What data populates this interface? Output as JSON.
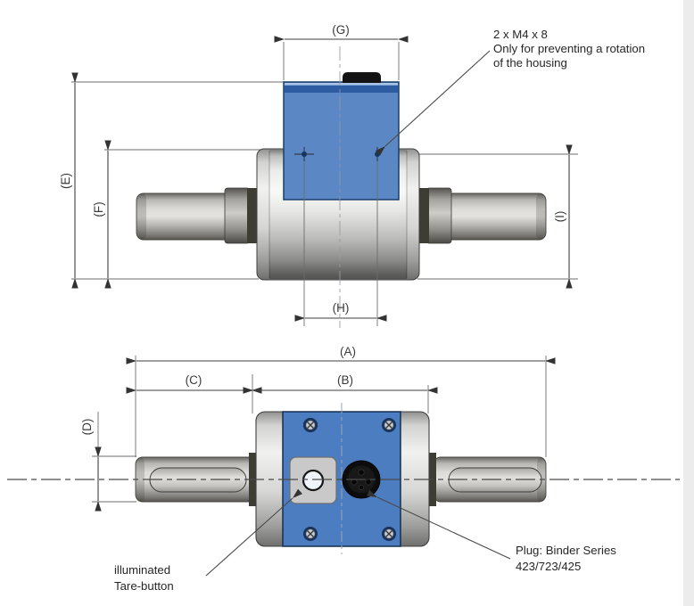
{
  "drawing_title": "torque-sensor-dimension-drawing",
  "labels": {
    "A": "(A)",
    "B": "(B)",
    "C": "(C)",
    "D": "(D)",
    "E": "(E)",
    "F": "(F)",
    "G": "(G)",
    "H": "(H)",
    "I": "(I)"
  },
  "annotations": {
    "m4_line1": "2 x M4 x 8",
    "m4_line2": "Only for preventing a rotation",
    "m4_line3": "of the housing",
    "tare_line1": "illuminated",
    "tare_line2": "Tare-button",
    "plug_line1": "Plug: Binder Series",
    "plug_line2": "423/723/425"
  },
  "colors": {
    "housing_blue": "#5b87c5",
    "housing_band": "#2d5ca3",
    "plate_blue": "#4c7dc0",
    "line_dark": "#3f3f3f"
  }
}
